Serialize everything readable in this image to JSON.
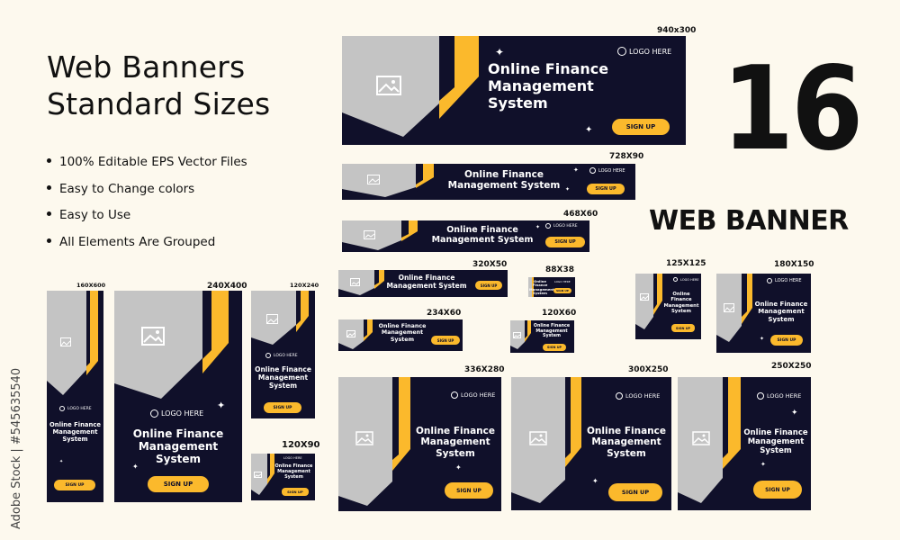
{
  "heading": {
    "line1": "Web Banners",
    "line2": "Standard Sizes"
  },
  "features": [
    "100% Editable EPS Vector Files",
    "Easy to Change colors",
    "Easy to Use",
    "All Elements Are Grouped"
  ],
  "count": "16",
  "count_label": "WEB BANNER",
  "banner_copy": {
    "title": "Online Finance Management System",
    "title_line1": "Online Finance",
    "title_line2": "Management",
    "title_line3": "System",
    "logo": "LOGO HERE",
    "button": "SIGN UP"
  },
  "sizes": [
    "940x300",
    "728X90",
    "468X60",
    "320X50",
    "88X38",
    "125X125",
    "180X150",
    "160X600",
    "240X400",
    "120X240",
    "234X60",
    "120X60",
    "120X90",
    "336X280",
    "300X250",
    "250X250"
  ],
  "watermark_id": "Adobe Stock | #545635540",
  "colors": {
    "background": "#fdf9ee",
    "banner": "#10102a",
    "accent": "#fbb92c",
    "placeholder": "#c4c4c4"
  }
}
